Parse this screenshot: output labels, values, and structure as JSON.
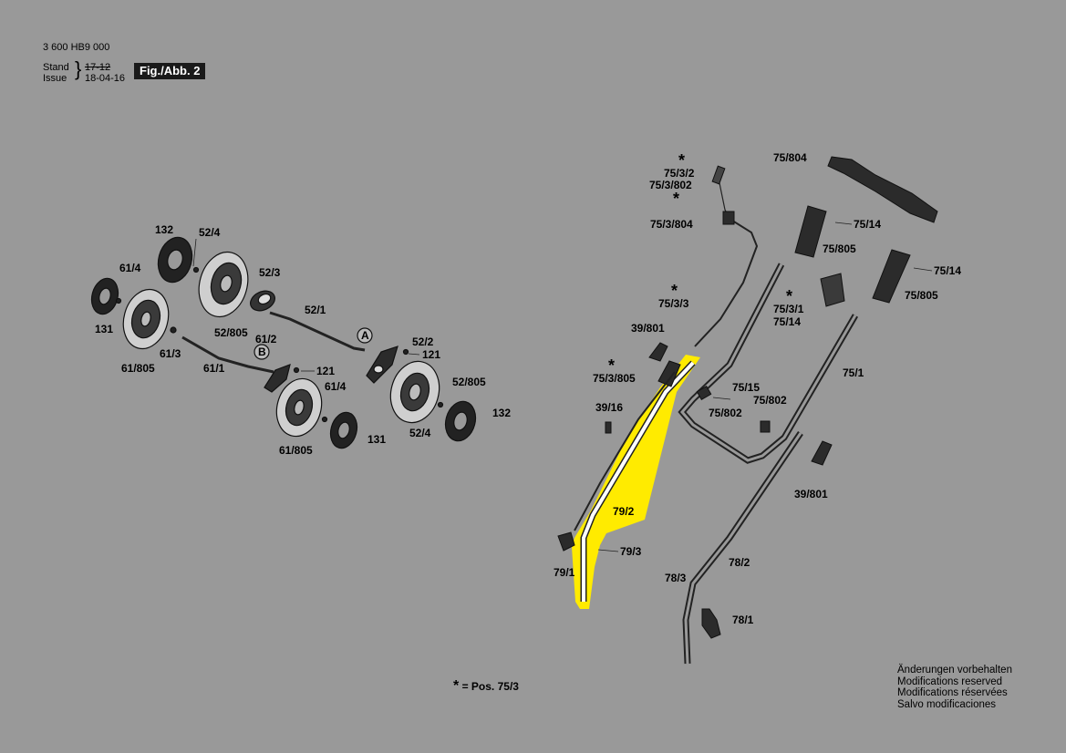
{
  "header": {
    "doc_number": "3 600 HB9 000",
    "stand_label": "Stand",
    "issue_label": "Issue",
    "stand_date": "17-12",
    "issue_date": "18-04-16",
    "figure_label": "Fig./Abb. 2"
  },
  "footnote": {
    "star": "*",
    "text": "= Pos.  75/3"
  },
  "notice": [
    "Änderungen vorbehalten",
    "Modifications reserved",
    "Modifications réservées",
    "Salvo modificaciones"
  ],
  "highlight_color": "#ffeb00",
  "part_labels": {
    "p132a": "132",
    "p52_4a": "52/4",
    "p61_4a": "61/4",
    "p52_3": "52/3",
    "p131a": "131",
    "p52_805a": "52/805",
    "p52_1": "52/1",
    "p61_805a": "61/805",
    "p61_3": "61/3",
    "p61_1": "61/1",
    "p61_2": "61/2",
    "p121a": "121",
    "p52_2": "52/2",
    "p121b": "121",
    "p61_4b": "61/4",
    "p52_805b": "52/805",
    "p132b": "132",
    "p131b": "131",
    "p52_4b": "52/4",
    "p61_805b": "61/805",
    "markA": "A",
    "markB": "B",
    "p75_3_2": "75/3/2",
    "p75_3_802": "75/3/802",
    "p75_3_804": "75/3/804",
    "p75_3_3": "75/3/3",
    "p39_801a": "39/801",
    "p75_3_805": "75/3/805",
    "p39_16": "39/16",
    "p79_2": "79/2",
    "p79_3": "79/3",
    "p79_1": "79/1",
    "p78_3": "78/3",
    "p78_2": "78/2",
    "p78_1": "78/1",
    "p75_804": "75/804",
    "p75_14a": "75/14",
    "p75_805a": "75/805",
    "p75_14b": "75/14",
    "p75_805b": "75/805",
    "p75_3_1": "75/3/1",
    "p75_14c": "75/14",
    "p75_1": "75/1",
    "p75_15": "75/15",
    "p75_802a": "75/802",
    "p75_802b": "75/802",
    "p39_801b": "39/801",
    "star": "*"
  },
  "icons": [
    "wheel-icon",
    "hubcap-icon",
    "axle-icon",
    "handle-icon",
    "cable-icon",
    "screw-icon"
  ]
}
